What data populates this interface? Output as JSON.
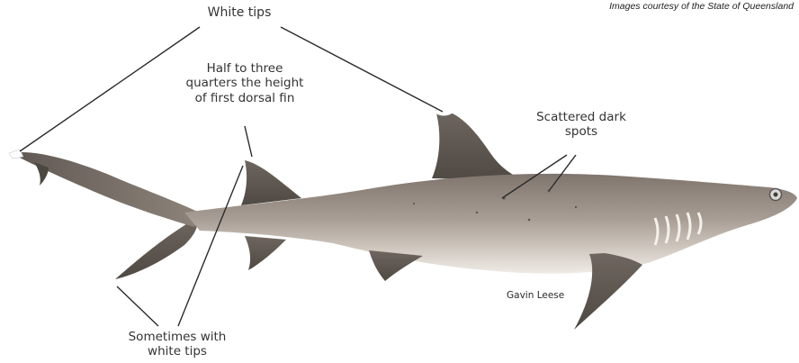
{
  "credit": "Images courtesy of the State of Queensland",
  "labels": {
    "white_tips": "White tips",
    "second_dorsal": "Half to three\nquarters the height\nof first dorsal fin",
    "dark_spots": "Scattered dark\nspots",
    "sometimes_white": "Sometimes with\nwhite tips"
  },
  "photo_credit": "Gavin Leese",
  "colors": {
    "body_top": "#8c8178",
    "body_mid": "#a79c93",
    "belly": "#ece9e4",
    "fin_dark": "#57514b",
    "tip": "#ffffff",
    "line": "#2b2b2b",
    "label_text": "#333333"
  },
  "icons": [
    "shark-illustration"
  ]
}
